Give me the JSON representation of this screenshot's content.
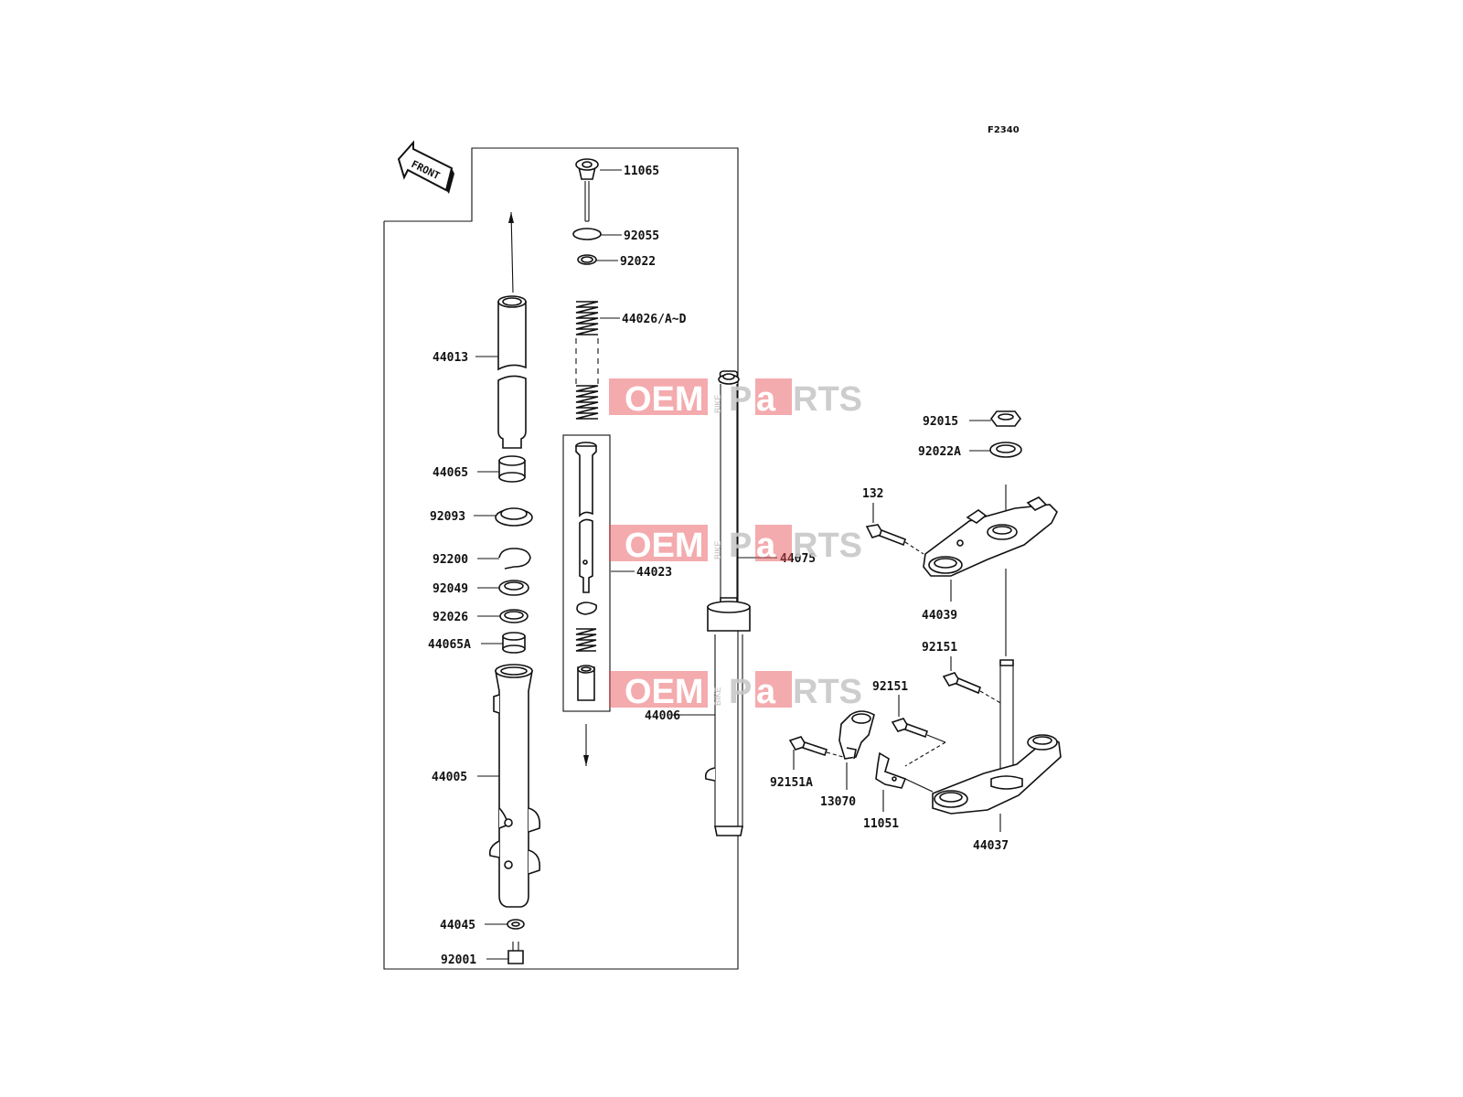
{
  "figure_code": "F2340",
  "front_label": "FRONT",
  "watermark": {
    "part1": "OEM",
    "small": "BIKE",
    "part2a": "P",
    "part2b": "a",
    "part2c": "RTS"
  },
  "labels": {
    "p11065": "11065",
    "p92055": "92055",
    "p92022": "92022",
    "p44026": "44026/A~D",
    "p44013": "44013",
    "p44065": "44065",
    "p92093": "92093",
    "p92200": "92200",
    "p92049": "92049",
    "p92026": "92026",
    "p44065A": "44065A",
    "p44005": "44005",
    "p44045": "44045",
    "p92001": "92001",
    "p44023": "44023",
    "p44075": "44075",
    "p44006": "44006",
    "p92015": "92015",
    "p92022A": "92022A",
    "p132": "132",
    "p44039": "44039",
    "p92151_top": "92151",
    "p92151_mid": "92151",
    "p92151A": "92151A",
    "p13070": "13070",
    "p11051": "11051",
    "p44037": "44037"
  }
}
